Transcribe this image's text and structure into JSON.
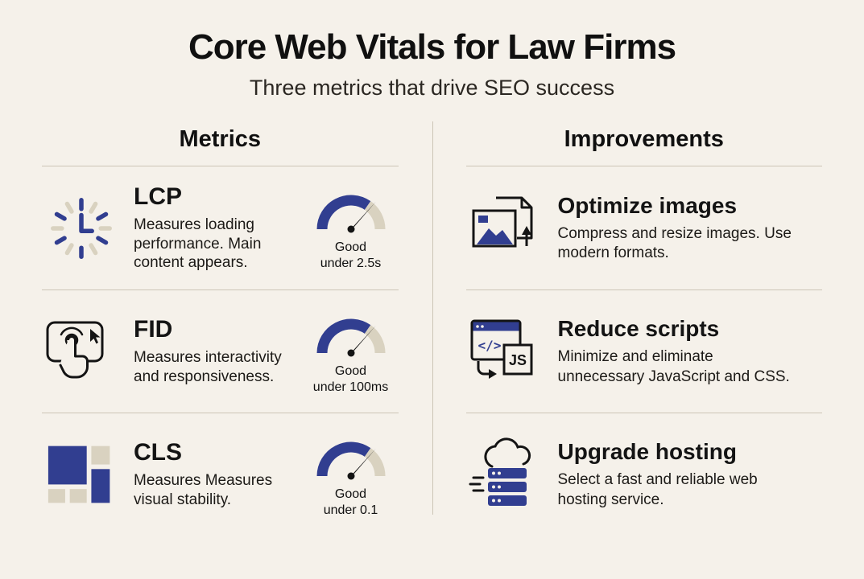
{
  "page": {
    "title": "Core Web Vitals for Law Firms",
    "subtitle": "Three metrics that drive SEO success"
  },
  "colors": {
    "background": "#f5f1ea",
    "navy": "#313e90",
    "beige": "#d9d2c0",
    "ink": "#141414",
    "divider": "#ccc5b6"
  },
  "metrics": {
    "header": "Metrics",
    "items": [
      {
        "abbr": "LCP",
        "description": "Measures loading performance. Main content appears.",
        "icon": "clock-icon",
        "gauge_label_1": "Good",
        "gauge_label_2": "under 2.5s"
      },
      {
        "abbr": "FID",
        "description": "Measures interactivity and responsiveness.",
        "icon": "tap-icon",
        "gauge_label_1": "Good",
        "gauge_label_2": "under 100ms"
      },
      {
        "abbr": "CLS",
        "description": "Measures Measures visual stability.",
        "icon": "layout-shift-icon",
        "gauge_label_1": "Good",
        "gauge_label_2": "under 0.1"
      }
    ]
  },
  "improvements": {
    "header": "Improvements",
    "items": [
      {
        "title": "Optimize images",
        "description": "Compress and resize images. Use modern formats.",
        "icon": "images-icon"
      },
      {
        "title": "Reduce scripts",
        "description": "Minimize and eliminate unnecessary JavaScript and CSS.",
        "icon": "script-icon"
      },
      {
        "title": "Upgrade hosting",
        "description": "Select a fast and reliable web hosting service.",
        "icon": "hosting-icon"
      }
    ]
  }
}
